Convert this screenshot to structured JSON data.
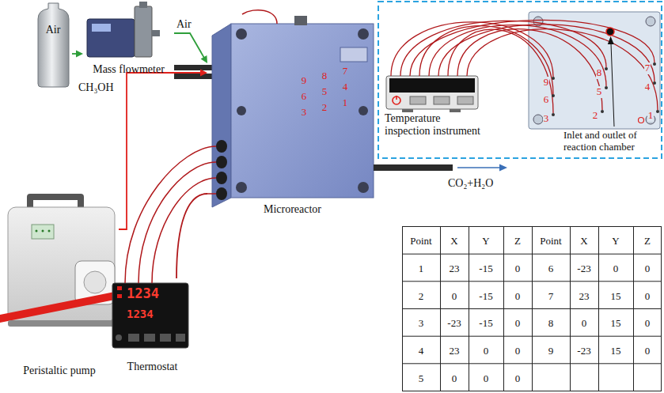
{
  "diagram": {
    "nodes": [
      {
        "text": [
          "Air"
        ]
      },
      {
        "text": [
          "Mass flowmeter"
        ]
      },
      {
        "text": [
          "Peristaltic pump"
        ]
      },
      {
        "text": [
          "Thermostat"
        ]
      },
      {
        "text": [
          "Microreactor"
        ]
      },
      {
        "text": [
          "Temperature inspection instrument"
        ]
      }
    ],
    "edges": [
      {
        "from": 0,
        "to": 1,
        "arrow": "to"
      },
      {
        "from": 1,
        "to": 4,
        "label": "Air",
        "arrow": "to"
      },
      {
        "from": 2,
        "to": 4,
        "label": "CH₃OH",
        "arrow": "to"
      },
      {
        "from": 3,
        "to": 4,
        "arrow": "none"
      }
    ],
    "labels": [
      "9",
      "8",
      "7",
      "6",
      "5",
      "4",
      "3",
      "2",
      "1",
      "9",
      "8",
      "7",
      "6",
      "5",
      "4",
      "3",
      "2",
      "1",
      "CO₂+H₂O",
      "Inlet and outlet of reaction chamber",
      "1234",
      "1234",
      "Point",
      "X",
      "Y",
      "Z",
      "Point",
      "X",
      "Y",
      "Z",
      "1",
      "23",
      "-15",
      "0",
      "6",
      "-23",
      "0",
      "0",
      "2",
      "0",
      "-15",
      "0",
      "7",
      "23",
      "15",
      "0",
      "3",
      "-23",
      "-15",
      "0",
      "8",
      "0",
      "15",
      "0",
      "4",
      "23",
      "0",
      "0",
      "9",
      "-23",
      "15",
      "0",
      "5",
      "0",
      "0",
      "0"
    ]
  }
}
